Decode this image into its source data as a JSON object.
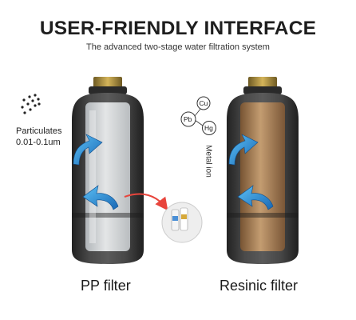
{
  "header": {
    "title": "USER-FRIENDLY INTERFACE",
    "subtitle": "The advanced two-stage water filtration system"
  },
  "particulates": {
    "line1": "Particulates",
    "line2": "0.01-0.1um"
  },
  "metals": {
    "label": "Metal ion",
    "elements": [
      "Cu",
      "Pb",
      "Hg"
    ]
  },
  "filters": {
    "pp_label": "PP filter",
    "resinic_label": "Resinic filter"
  },
  "colors": {
    "housing": "#3a3a3a",
    "pp_core": "#d9dde0",
    "resin_core": "#b08456",
    "arrow_blue": "#2a8fd6",
    "callout_red": "#e8453c",
    "cap_gold": "#a88a3a"
  },
  "icons": [
    "particles-icon",
    "metal-ion-icon",
    "flow-arrow-icon",
    "filter-cartridge-icon"
  ]
}
